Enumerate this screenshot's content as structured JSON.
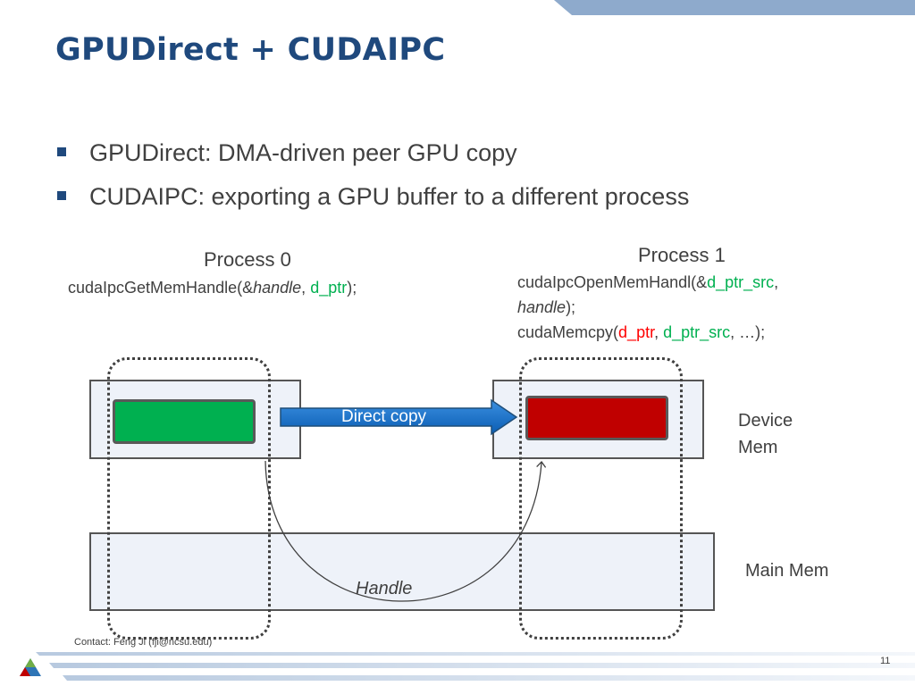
{
  "slide": {
    "title": "GPUDirect + CUDAIPC",
    "bullets": [
      "GPUDirect: DMA-driven peer GPU copy",
      "CUDAIPC: exporting a GPU buffer to a different process"
    ],
    "footer": {
      "contact": "Contact: Feng Ji (fji@ncsu.edu)",
      "page_number": "11"
    }
  },
  "diagram": {
    "process0": {
      "label": "Process 0",
      "code": {
        "fn": "cudaIpcGetMemHandle(&",
        "arg1": "handle",
        "sep": ", ",
        "arg2": "d_ptr",
        "end": ");"
      }
    },
    "process1": {
      "label": "Process 1",
      "code_line1": {
        "fn": "cudaIpcOpenMemHandl(&",
        "arg": "d_ptr_src",
        "end": ","
      },
      "code_line2": {
        "arg": "handle",
        "end": ");"
      },
      "code_line3": {
        "fn": "cudaMemcpy(",
        "arg1": "d_ptr",
        "sep1": ", ",
        "arg2": "d_ptr_src",
        "end": ", …);"
      }
    },
    "device_mem_label_line1": "Device",
    "device_mem_label_line2": "Mem",
    "main_mem_label": "Main Mem",
    "direct_copy_label": "Direct copy",
    "handle_label": "Handle",
    "colors": {
      "source_buffer": "#00b050",
      "dest_buffer": "#c00000",
      "arrow": "#0070c0",
      "title": "#1f497d",
      "band": "#8eaacc"
    }
  }
}
